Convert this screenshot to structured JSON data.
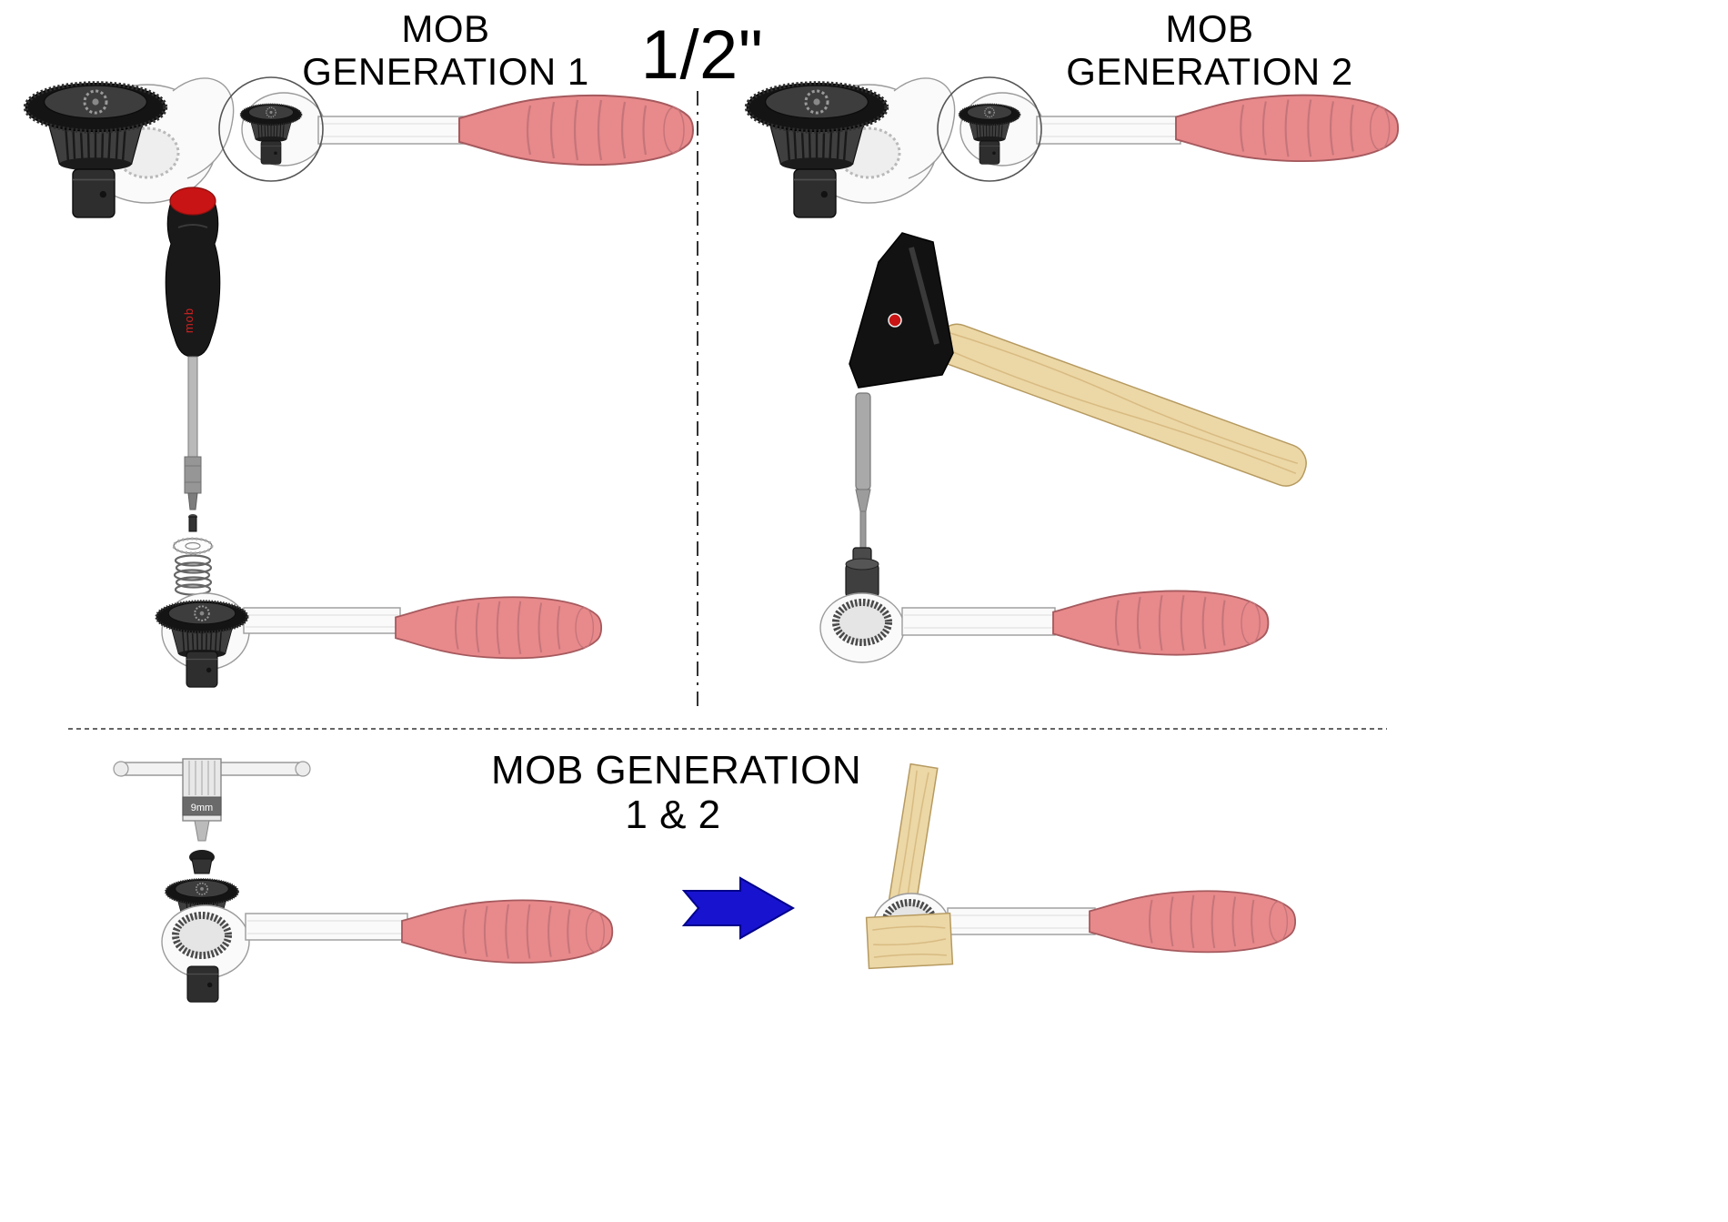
{
  "headers": {
    "gen1": {
      "line1": "MOB",
      "line2": "GENERATION 1"
    },
    "size_label": "1/2\"",
    "gen2": {
      "line1": "MOB",
      "line2": "GENERATION 2"
    },
    "bottom": {
      "line1": "MOB GENERATION",
      "line2": "1 & 2"
    }
  },
  "labels": {
    "tap_wrench_marking": "9mm",
    "screwdriver_brand": "mob"
  },
  "colors": {
    "handle_pink": "#e8898b",
    "arrow_blue": "#1813cf",
    "wood_tan": "#ecd7a6",
    "screwdriver_red": "#c81414",
    "metal_dark": "#1c1c1c",
    "ghost_outline": "#9b9b9b"
  }
}
